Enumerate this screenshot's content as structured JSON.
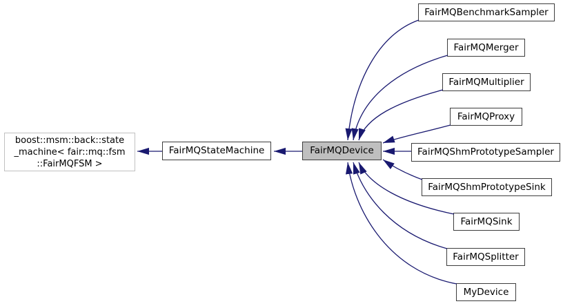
{
  "diagram": {
    "kind": "class-inheritance-graph",
    "focus_class": "FairMQDevice"
  },
  "nodes": {
    "external_base": {
      "label": "boost::msm::back::state\n_machine< fair::mq::fsm\n::FairMQFSM >"
    },
    "base": {
      "label": "FairMQStateMachine"
    },
    "main": {
      "label": "FairMQDevice"
    },
    "derived": [
      {
        "label": "FairMQBenchmarkSampler"
      },
      {
        "label": "FairMQMerger"
      },
      {
        "label": "FairMQMultiplier"
      },
      {
        "label": "FairMQProxy"
      },
      {
        "label": "FairMQShmPrototypeSampler"
      },
      {
        "label": "FairMQShmPrototypeSink"
      },
      {
        "label": "FairMQSink"
      },
      {
        "label": "FairMQSplitter"
      },
      {
        "label": "MyDevice"
      }
    ]
  },
  "colors": {
    "arrow": "#191970",
    "node_border": "#3c3c3c",
    "external_border": "#c0c0c0",
    "highlight_fill": "#bfbfbf",
    "node_fill": "#ffffff",
    "text": "#000000",
    "background": "#ffffff"
  }
}
